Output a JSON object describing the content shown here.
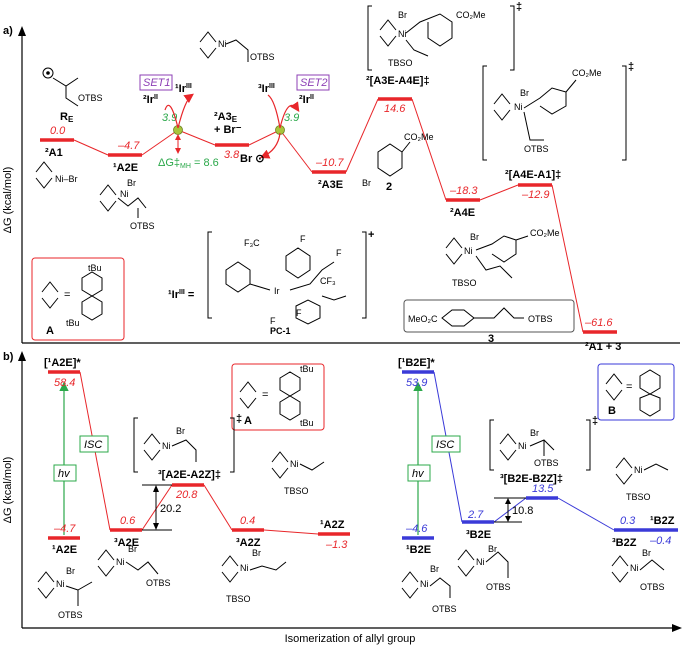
{
  "colors": {
    "panel_a": "#e8262a",
    "panel_b_red": "#e8262a",
    "panel_b_blue": "#3a3ad8",
    "green": "#2ba84a",
    "purple": "#8c3fb5",
    "ball": "#a9c43b",
    "black": "#000000"
  },
  "panel_a": {
    "letter": "a)",
    "ylabel": "ΔG (kcal/mol)",
    "levels": [
      {
        "label": "²A1",
        "value": "0.0"
      },
      {
        "label": "¹A2E",
        "value": "–4.7"
      },
      {
        "label": "²Ir^II",
        "value": "3.9"
      },
      {
        "label": "²A3E + Br⁻",
        "value": "3.8"
      },
      {
        "label": "³Ir^III",
        "value": "3.9"
      },
      {
        "label": "²A3E",
        "value": "–10.7"
      },
      {
        "label": "²[A3E-A4E]‡",
        "value": "14.6"
      },
      {
        "label": "²A4E",
        "value": "–18.3"
      },
      {
        "label": "²[A4E-A1]‡",
        "value": "–12.9"
      },
      {
        "label": "²A1 + 3",
        "value": "–61.6"
      }
    ],
    "text": {
      "re": "RE",
      "otbs": "OTBS",
      "ir2_left": "²Ir",
      "ir3_left": "¹Ir",
      "set1": "SET1",
      "set2": "SET2",
      "ir3_right": "³Ir",
      "ir2_right": "²Ir",
      "br_radical": "Br",
      "dg_mh": "ΔG‡MH = 8.6",
      "two": "2",
      "co2me": "CO₂Me",
      "br": "Br",
      "ni_br": "Ni–Br",
      "tbso": "TBSO",
      "a_label": "A",
      "eq": "=",
      "tbu": "tBu",
      "ir_label": "¹Ir",
      "pc1": "PC-1",
      "cf3": "F₃C",
      "f": "F",
      "product_label": "3",
      "product_co2me": "MeO₂C",
      "product_otbs": "OTBS",
      "dagger": "‡",
      "plus": "+"
    }
  },
  "panel_b": {
    "letter": "b)",
    "ylabel": "ΔG (kcal/mol)",
    "xlabel": "Isomerization of allyl group",
    "red_levels": [
      {
        "label": "¹A2E",
        "value": "–4.7"
      },
      {
        "label": "[¹A2E]*",
        "value": "58.4"
      },
      {
        "label": "³A2E",
        "value": "0.6"
      },
      {
        "label": "³[A2E-A2Z]‡",
        "value": "20.8"
      },
      {
        "label": "³A2Z",
        "value": "0.4"
      },
      {
        "label": "¹A2Z",
        "value": "–1.3"
      }
    ],
    "blue_levels": [
      {
        "label": "¹B2E",
        "value": "–4.6"
      },
      {
        "label": "[¹B2E]*",
        "value": "53.9"
      },
      {
        "label": "³B2E",
        "value": "2.7"
      },
      {
        "label": "³[B2E-B2Z]‡",
        "value": "13.5"
      },
      {
        "label": "³B2Z",
        "value": "0.3"
      },
      {
        "label": "¹B2Z",
        "value": "–0.4"
      }
    ],
    "barrier_red": "20.2",
    "barrier_blue": "10.8",
    "hv": "hv",
    "isc": "ISC",
    "a_label": "A",
    "b_label": "B",
    "eq": "=",
    "tbu": "tBu",
    "br": "Br",
    "otbs": "OTBS",
    "tbso": "TBSO",
    "dagger": "‡"
  }
}
